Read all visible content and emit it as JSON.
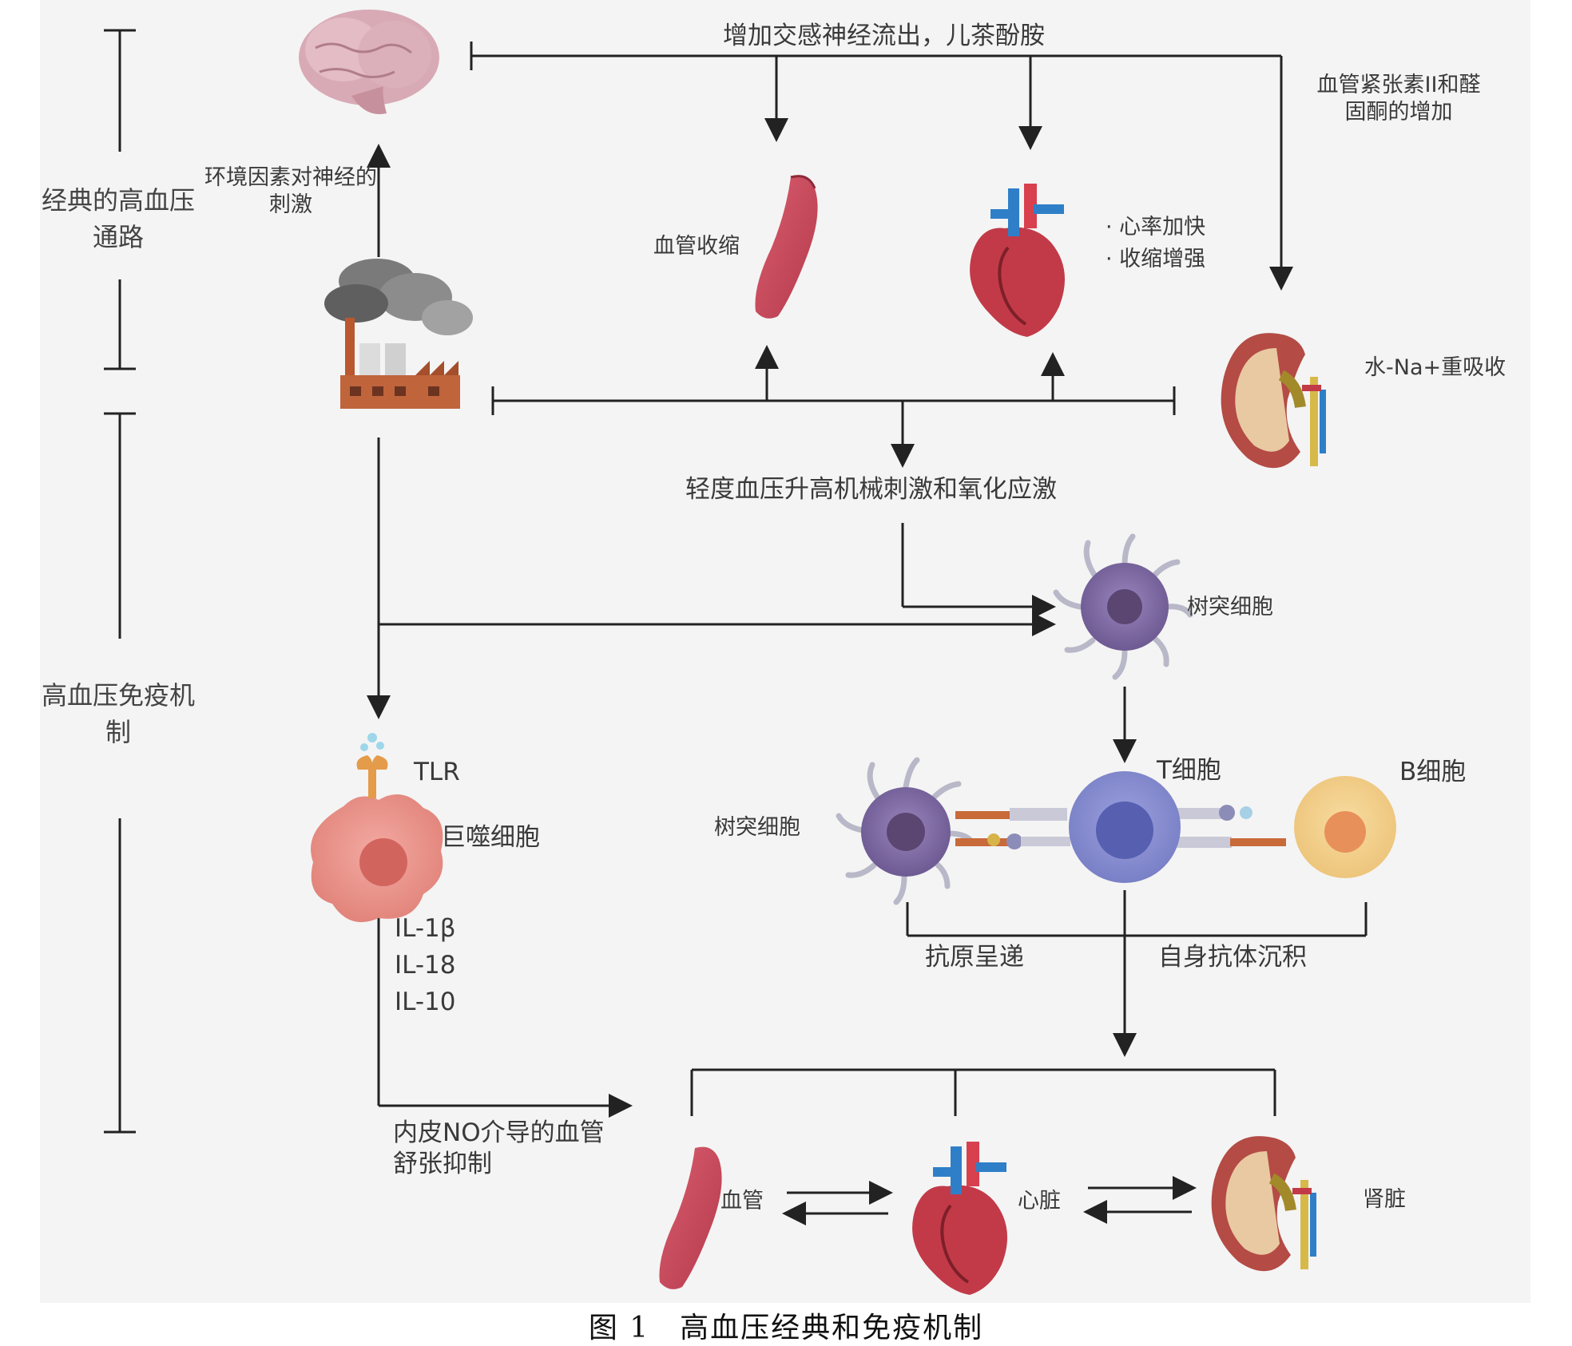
{
  "side_labels": {
    "classic": "经典的高血压通路",
    "immune": "高血压免疫机制"
  },
  "labels": {
    "sympathetic": "增加交感神经流出，儿茶酚胺",
    "angiotensin": "血管紧张素II和醛固酮的增加",
    "environment": "环境因素对神经的刺激",
    "vasoconstriction": "血管收缩",
    "heart_rate": "· 心率加快",
    "contraction": "· 收缩增强",
    "reabsorption": "水-Na+重吸收",
    "mild_bp": "轻度血压升高机械刺激和氧化应激",
    "dendritic_1": "树突细胞",
    "dendritic_2": "树突细胞",
    "tlr": "TLR",
    "macrophage": "巨噬细胞",
    "t_cell": "T细胞",
    "b_cell": "B细胞",
    "cytokines": [
      "IL-1β",
      "IL-18",
      "IL-10"
    ],
    "antigen": "抗原呈递",
    "autoantibody": "自身抗体沉积",
    "no_vasodilation": "内皮NO介导的血管舒张抑制",
    "vessel": "血管",
    "heart": "心脏",
    "kidney": "肾脏"
  },
  "caption": "图 1　高血压经典和免疫机制",
  "colors": {
    "line": "#222222",
    "vessel": "#c94a5a",
    "heart": "#c23a48",
    "heart_blue": "#2f7fc8",
    "dendritic": "#7e6a9e",
    "tcell": "#7f86c8",
    "bcell": "#f1cf8a",
    "macrophage": "#e89088",
    "smoke": "#6d6d6d",
    "factory": "#c0643c"
  }
}
